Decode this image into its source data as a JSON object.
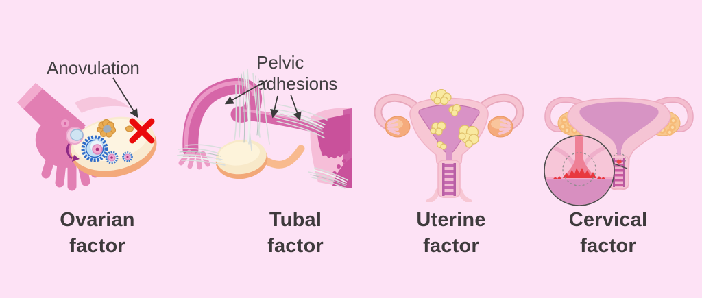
{
  "figure": {
    "background_color": "#fde2f5",
    "caption_color": "#3e3a3c",
    "annotation_color": "#434043",
    "panels": [
      {
        "id": "ovarian",
        "caption": "Ovarian\nfactor",
        "annotation": "Anovulation",
        "marker_icon": "red-cross",
        "marker_color": "#ea0b0b"
      },
      {
        "id": "tubal",
        "caption": "Tubal\nfactor",
        "annotation": "Pelvic\nadhesions"
      },
      {
        "id": "uterine",
        "caption": "Uterine\nfactor"
      },
      {
        "id": "cervical",
        "caption": "Cervical\nfactor"
      }
    ],
    "palette": {
      "tissue_pink": "#e27fb3",
      "tube_pink": "#d666a8",
      "light_pink": "#f7c7d4",
      "mauve_cavity": "#d992c6",
      "ovary_cream": "#f9ead0",
      "ovary_orange": "#f3a97a",
      "fibroid_yellow": "#f9e9a0",
      "adhesion_gray": "#d9dedd",
      "inflammation_red": "#e8383f",
      "arrow_color": "#3a3a3a"
    }
  }
}
